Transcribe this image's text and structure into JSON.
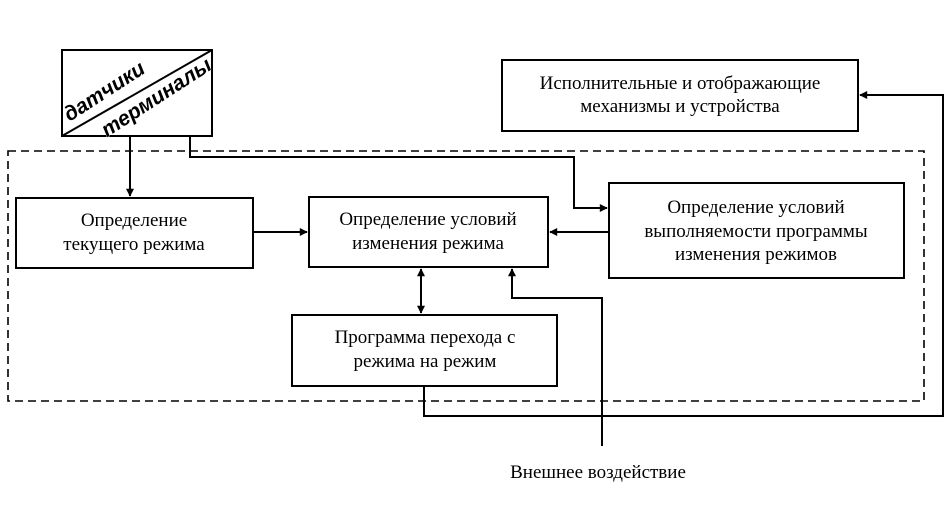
{
  "sensors_box": {
    "label_sensors": "датчики",
    "label_terminals": "терминалы"
  },
  "actuators_box": {
    "line1": "Исполнительные и отображающие",
    "line2": "механизмы и устройства"
  },
  "current_mode_box": {
    "line1": "Определение",
    "line2": "текущего режима"
  },
  "conditions_box": {
    "line1": "Определение условий",
    "line2": "изменения режима"
  },
  "feasibility_box": {
    "line1": "Определение условий",
    "line2": "выполняемости программы",
    "line3": "изменения режимов"
  },
  "transition_box": {
    "line1": "Программа перехода с",
    "line2": "режима на режим"
  },
  "external_label": "Внешнее воздействие"
}
